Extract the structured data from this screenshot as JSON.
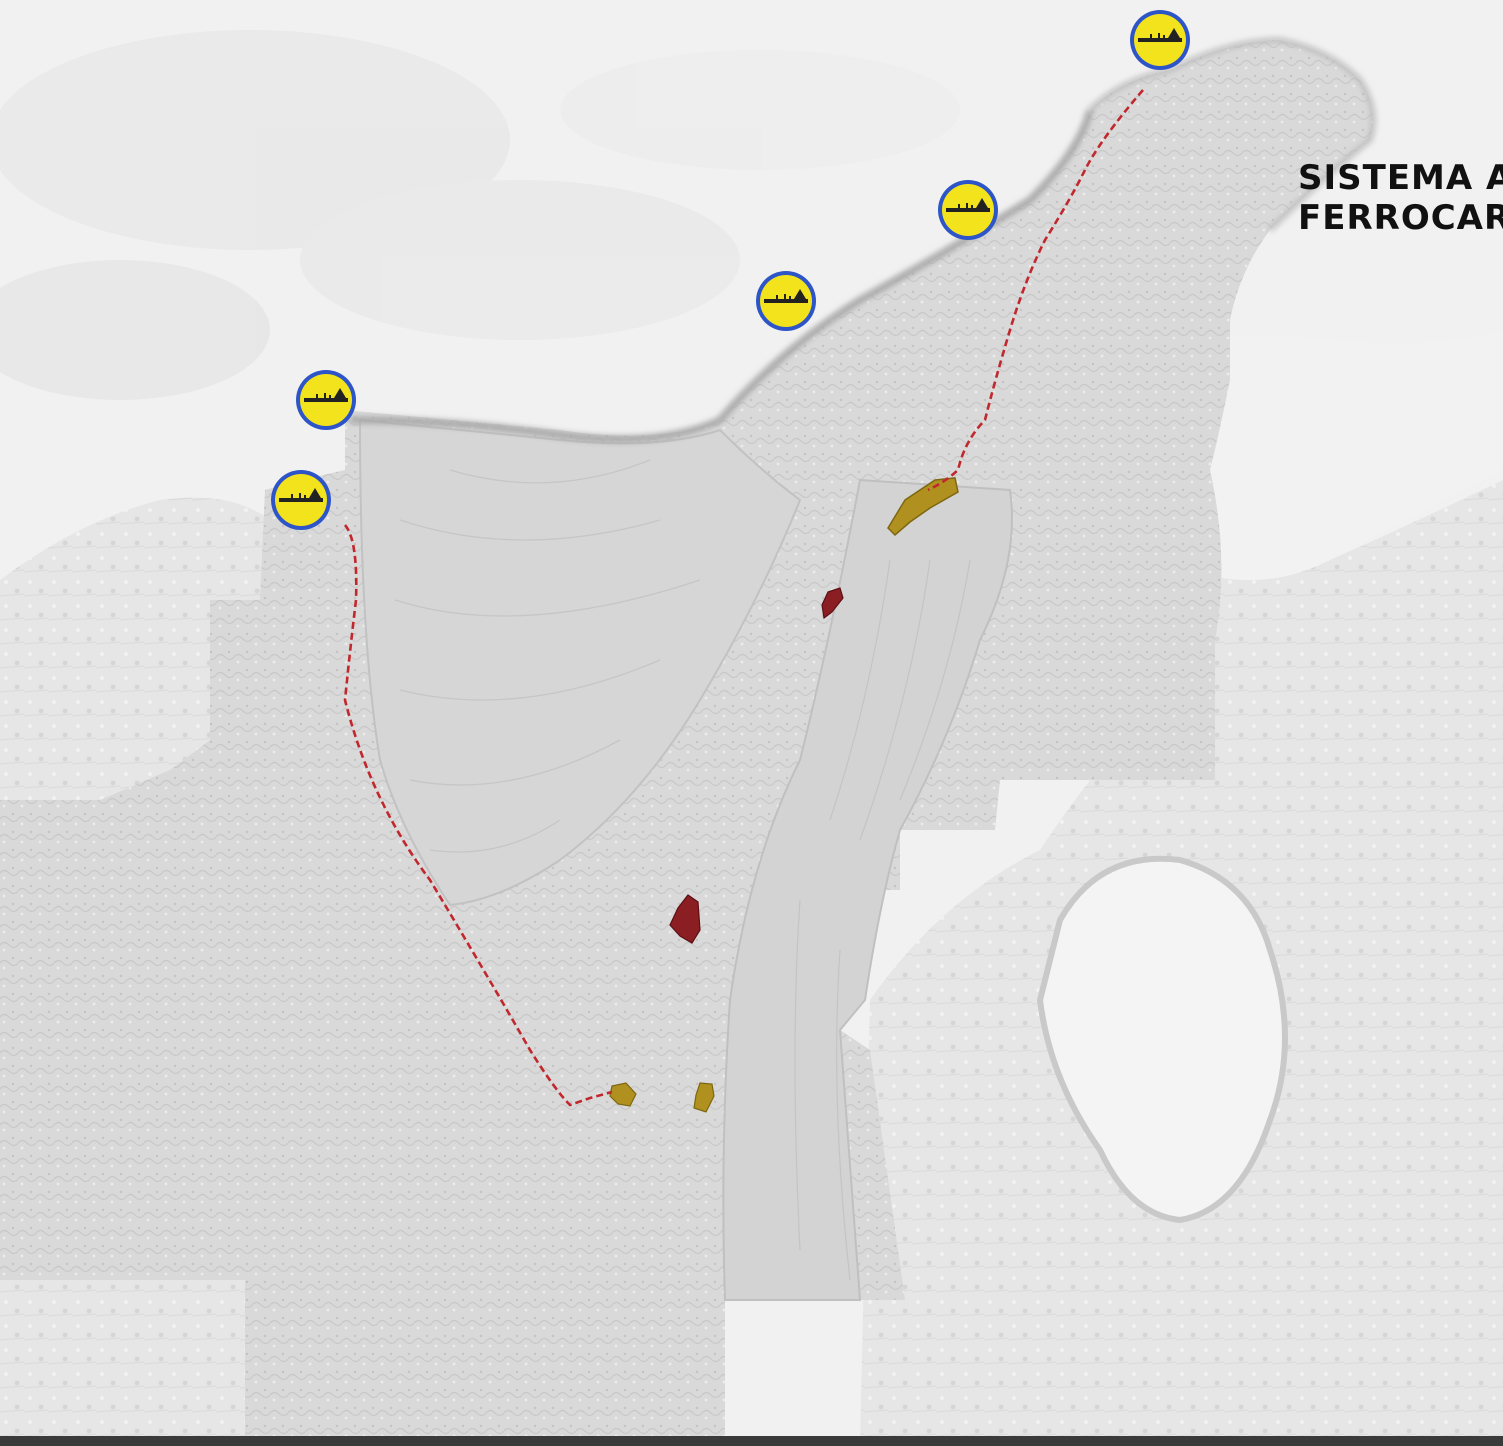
{
  "map": {
    "title_line_1": "SISTEMA A",
    "title_line_2": "FERROCAR"
  },
  "colors": {
    "railway_route": "#c0282d",
    "port_marker_fill": "#f2e31c",
    "port_marker_ring": "#2e55c8",
    "mining_area_gold": "#b0911f",
    "mining_area_red": "#8b1e22",
    "sea": "#f3f3f3",
    "land": "#dcdcdc"
  },
  "legend_icons": {
    "port_marker": "ship-icon",
    "mine_area": "mining-area-icon"
  },
  "port_markers": [
    {
      "id": "port-1",
      "icon": "ship-icon"
    },
    {
      "id": "port-2",
      "icon": "ship-icon"
    },
    {
      "id": "port-3",
      "icon": "ship-icon"
    },
    {
      "id": "port-4",
      "icon": "ship-icon"
    },
    {
      "id": "port-5",
      "icon": "ship-icon"
    },
    {
      "id": "port-6",
      "icon": "ship-icon"
    }
  ]
}
